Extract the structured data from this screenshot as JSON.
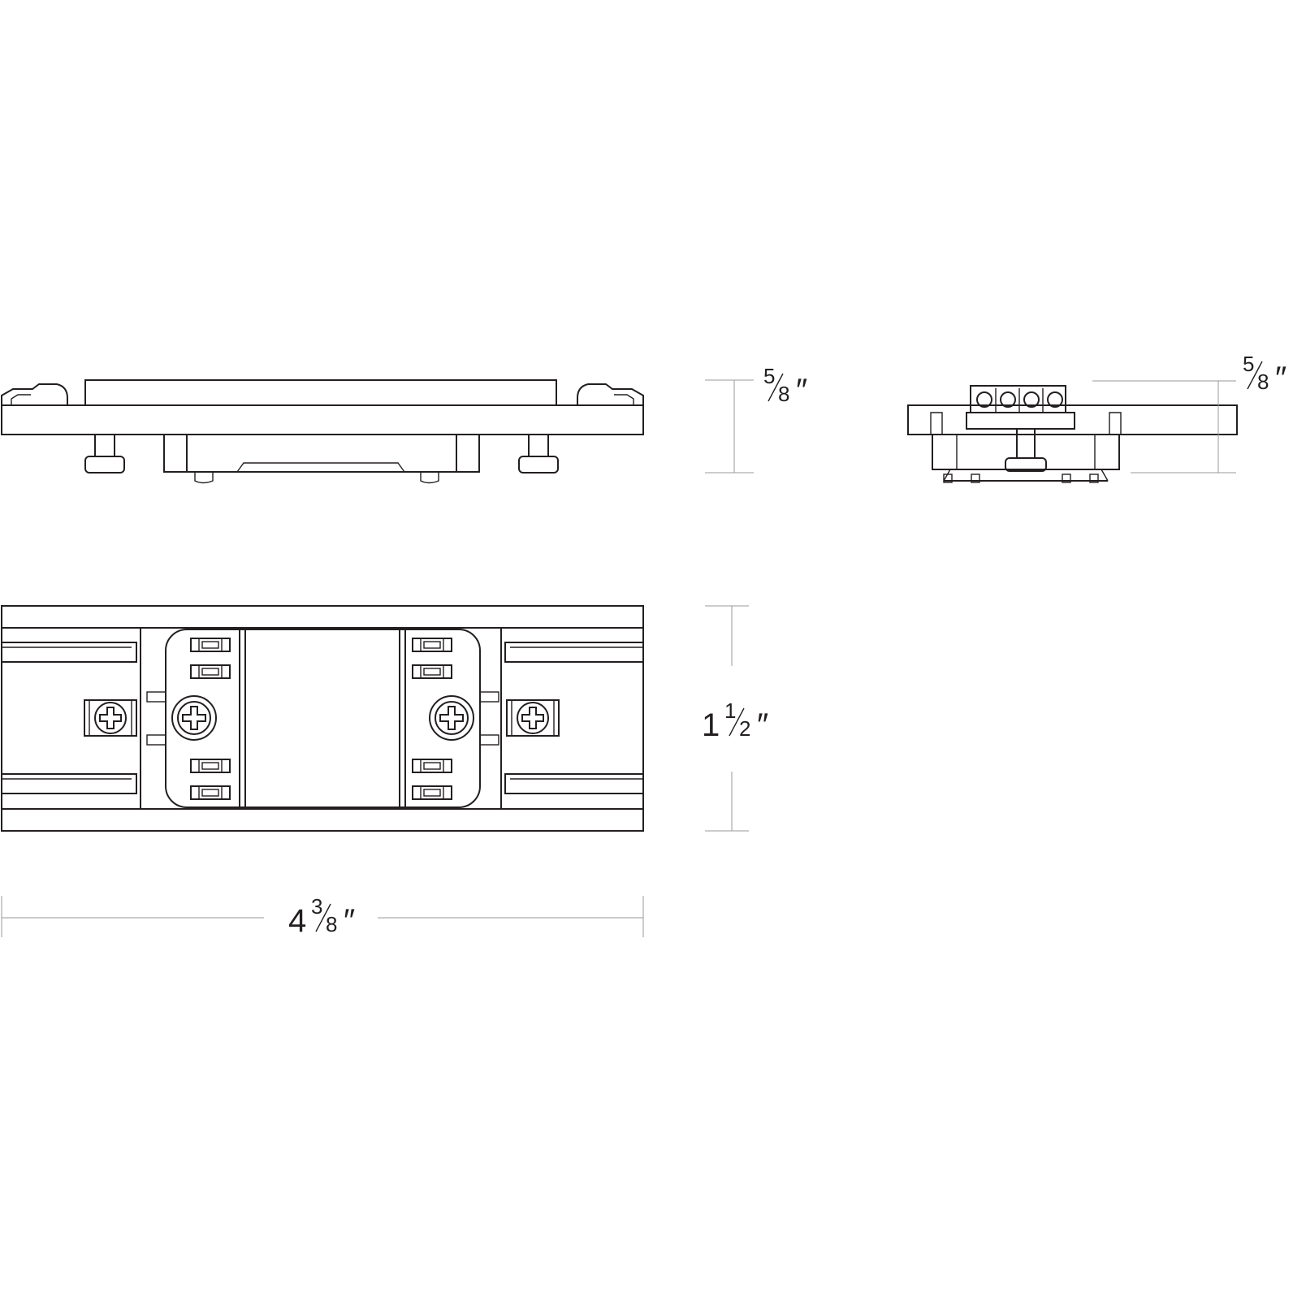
{
  "dimensions": {
    "side_height": {
      "whole": "",
      "num": "5",
      "den": "8",
      "unit": "″"
    },
    "end_height": {
      "whole": "",
      "num": "5",
      "den": "8",
      "unit": "″"
    },
    "top_width": {
      "whole": "1",
      "num": "1",
      "den": "2",
      "unit": "″"
    },
    "top_length": {
      "whole": "4",
      "num": "3",
      "den": "8",
      "unit": "″"
    }
  },
  "colors": {
    "line": "#231f20",
    "dimension_line": "#9a9a9a",
    "background": "#ffffff"
  }
}
